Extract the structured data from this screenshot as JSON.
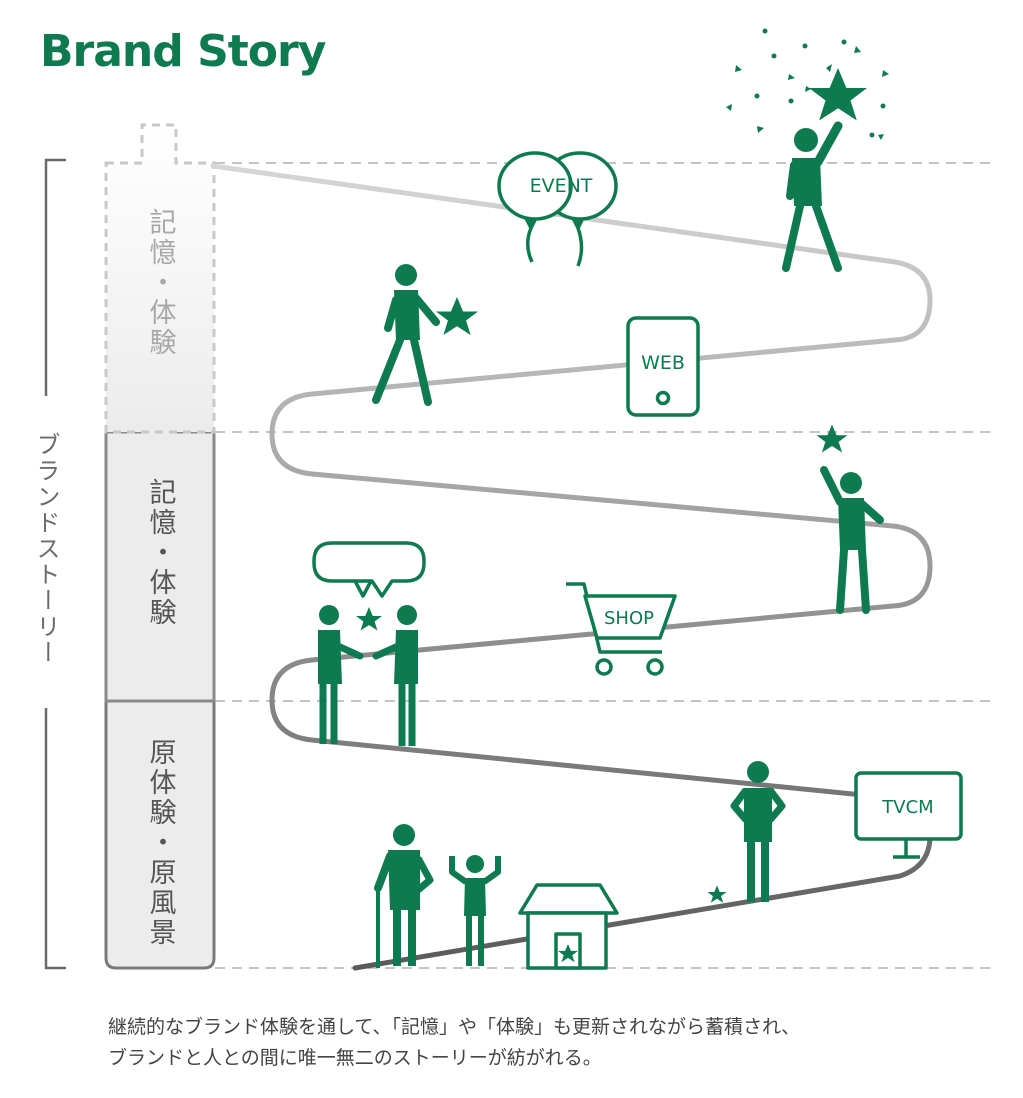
{
  "title": "Brand Story",
  "bracket_label": "ブランドストーリー",
  "blocks": {
    "top": "記憶・体験",
    "middle": "記憶・体験",
    "bottom": "原体験・原風景"
  },
  "labels": {
    "event": "EVENT",
    "web": "WEB",
    "shop": "SHOP",
    "tvcm": "TVCM"
  },
  "caption": {
    "line1": "継続的なブランド体験を通して、「記憶」や「体験」も更新されながら蓄積され、",
    "line2": "ブランドと人との間に唯一無二のストーリーが紡がれる。"
  },
  "colors": {
    "brand_green": "#0e7a4f",
    "path_dark": "#6b6b6b",
    "path_light": "#c8c8c8",
    "block_fill": "#ececec"
  },
  "icons": [
    "balloon-icon",
    "smartphone-icon",
    "shopping-cart-icon",
    "tv-icon",
    "speech-bubble-icon",
    "house-icon",
    "star-icon",
    "person-icon"
  ]
}
